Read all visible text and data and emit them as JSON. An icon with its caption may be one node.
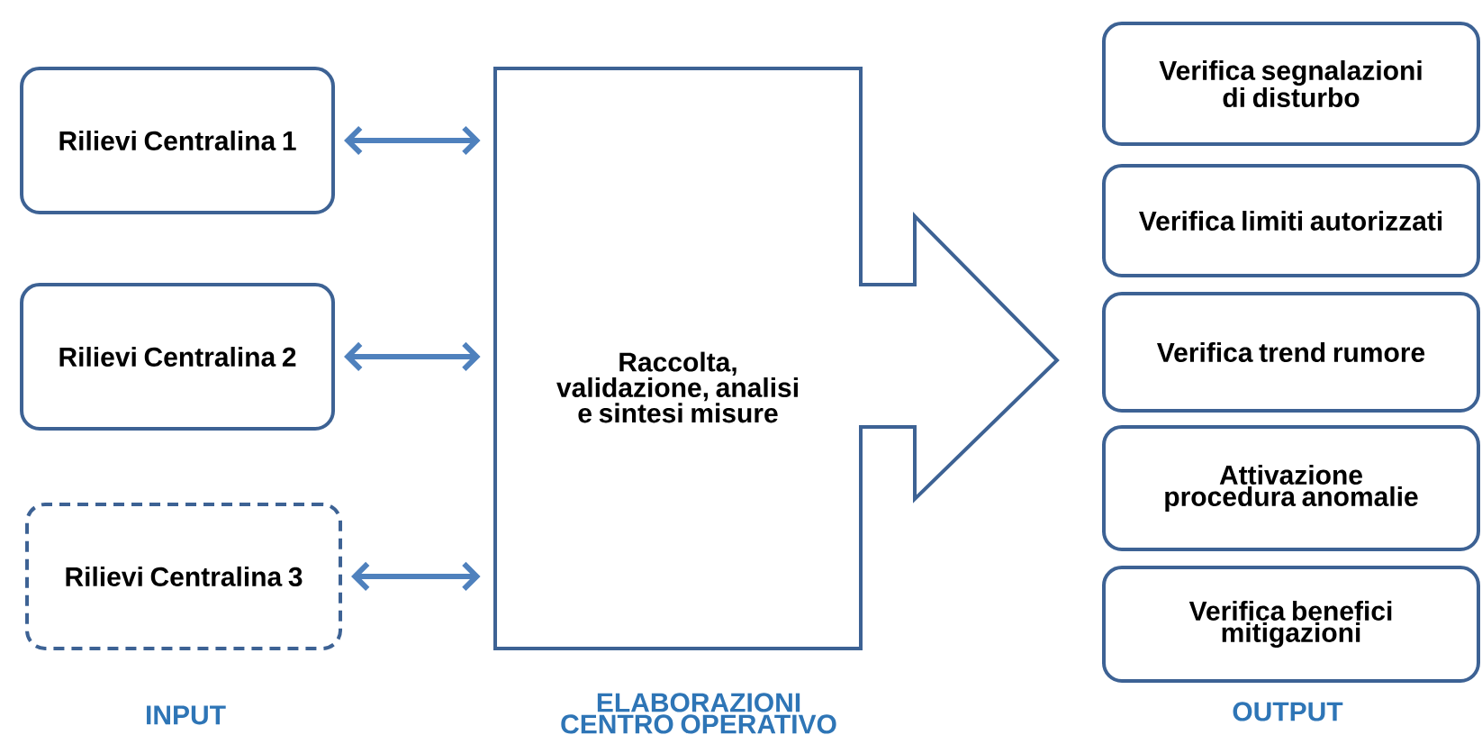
{
  "diagram": {
    "nodes": [
      {
        "text": [
          "Rilievi Centralina 1"
        ]
      },
      {
        "text": [
          "Rilievi Centralina 2"
        ]
      },
      {
        "text": [
          "Rilievi Centralina 3"
        ]
      },
      {
        "text": [
          "Raccolta, validazione, analisi e sintesi misure"
        ]
      },
      {
        "text": [
          "Verifica segnalazioni di disturbo"
        ]
      },
      {
        "text": [
          "Verifica limiti autorizzati"
        ]
      },
      {
        "text": [
          "Verifica trend rumore"
        ]
      },
      {
        "text": [
          "Attivazione procedura anomalie"
        ]
      },
      {
        "text": [
          "Verifica benefici mitigazioni"
        ]
      }
    ],
    "edges": [
      {
        "from": 0,
        "to": 3,
        "arrow": "both"
      },
      {
        "from": 1,
        "to": 3,
        "arrow": "both"
      },
      {
        "from": 2,
        "to": 3,
        "arrow": "both"
      }
    ],
    "labels": [
      "INPUT",
      "ELABORAZIONI CENTRO OPERATIVO",
      "OUTPUT"
    ]
  }
}
